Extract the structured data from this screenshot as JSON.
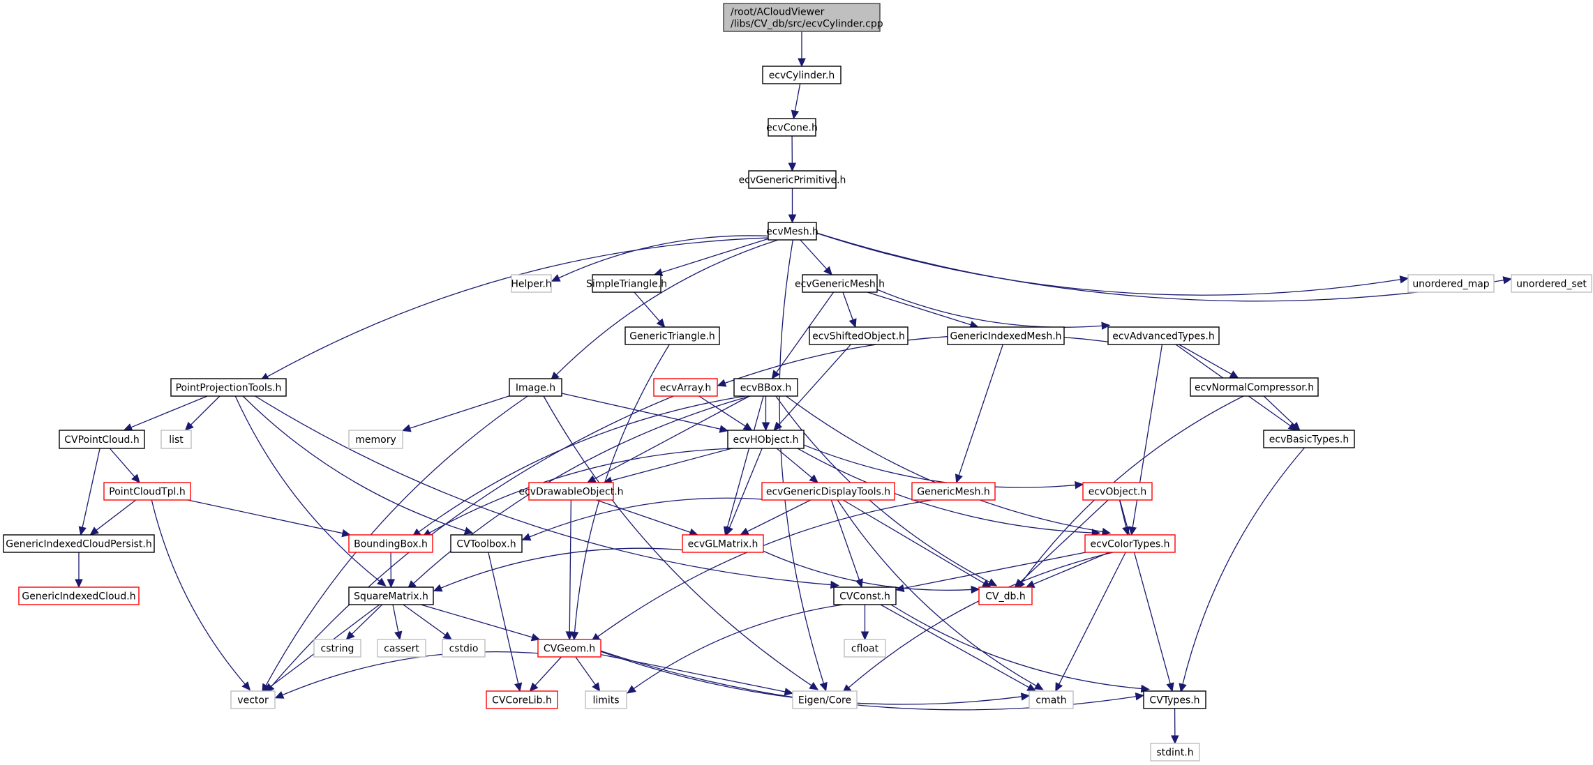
{
  "diagram": {
    "type": "include-dependency-graph",
    "root": "root",
    "colors": {
      "edge": "#191970",
      "root_fill": "#bfbfbf",
      "node_border_documented": "#000000",
      "node_border_truncated": "#ff0000",
      "node_border_external": "#bfbfbf"
    },
    "nodes": [
      {
        "id": "root",
        "lines": [
          "/root/ACloudViewer",
          "/libs/CV_db/src/ecvCylinder.cpp"
        ],
        "kind": "root"
      },
      {
        "id": "ecvCylinder",
        "lines": [
          "ecvCylinder.h"
        ],
        "kind": "documented"
      },
      {
        "id": "ecvCone",
        "lines": [
          "ecvCone.h"
        ],
        "kind": "documented"
      },
      {
        "id": "ecvGenericPrimitive",
        "lines": [
          "ecvGenericPrimitive.h"
        ],
        "kind": "documented"
      },
      {
        "id": "ecvMesh",
        "lines": [
          "ecvMesh.h"
        ],
        "kind": "documented"
      },
      {
        "id": "Helper",
        "lines": [
          "Helper.h"
        ],
        "kind": "external"
      },
      {
        "id": "SimpleTriangle",
        "lines": [
          "SimpleTriangle.h"
        ],
        "kind": "documented"
      },
      {
        "id": "ecvGenericMesh",
        "lines": [
          "ecvGenericMesh.h"
        ],
        "kind": "documented"
      },
      {
        "id": "unordered_map",
        "lines": [
          "unordered_map"
        ],
        "kind": "external"
      },
      {
        "id": "unordered_set",
        "lines": [
          "unordered_set"
        ],
        "kind": "external"
      },
      {
        "id": "GenericTriangle",
        "lines": [
          "GenericTriangle.h"
        ],
        "kind": "documented"
      },
      {
        "id": "ecvShiftedObject",
        "lines": [
          "ecvShiftedObject.h"
        ],
        "kind": "documented"
      },
      {
        "id": "GenericIndexedMesh",
        "lines": [
          "GenericIndexedMesh.h"
        ],
        "kind": "documented"
      },
      {
        "id": "ecvAdvancedTypes",
        "lines": [
          "ecvAdvancedTypes.h"
        ],
        "kind": "documented"
      },
      {
        "id": "PointProjectionTools",
        "lines": [
          "PointProjectionTools.h"
        ],
        "kind": "documented"
      },
      {
        "id": "Image",
        "lines": [
          "Image.h"
        ],
        "kind": "documented"
      },
      {
        "id": "ecvArray",
        "lines": [
          "ecvArray.h"
        ],
        "kind": "truncated"
      },
      {
        "id": "ecvBBox",
        "lines": [
          "ecvBBox.h"
        ],
        "kind": "documented"
      },
      {
        "id": "ecvNormalCompressor",
        "lines": [
          "ecvNormalCompressor.h"
        ],
        "kind": "documented"
      },
      {
        "id": "CVPointCloud",
        "lines": [
          "CVPointCloud.h"
        ],
        "kind": "documented"
      },
      {
        "id": "list",
        "lines": [
          "list"
        ],
        "kind": "external"
      },
      {
        "id": "memory",
        "lines": [
          "memory"
        ],
        "kind": "external"
      },
      {
        "id": "ecvHObject",
        "lines": [
          "ecvHObject.h"
        ],
        "kind": "documented"
      },
      {
        "id": "ecvBasicTypes",
        "lines": [
          "ecvBasicTypes.h"
        ],
        "kind": "documented"
      },
      {
        "id": "PointCloudTpl",
        "lines": [
          "PointCloudTpl.h"
        ],
        "kind": "truncated"
      },
      {
        "id": "ecvDrawableObject",
        "lines": [
          "ecvDrawableObject.h"
        ],
        "kind": "truncated"
      },
      {
        "id": "ecvGenericDisplayTools",
        "lines": [
          "ecvGenericDisplayTools.h"
        ],
        "kind": "truncated"
      },
      {
        "id": "GenericMesh",
        "lines": [
          "GenericMesh.h"
        ],
        "kind": "truncated"
      },
      {
        "id": "ecvObject",
        "lines": [
          "ecvObject.h"
        ],
        "kind": "truncated"
      },
      {
        "id": "GenericIndexedCloudPersist",
        "lines": [
          "GenericIndexedCloudPersist.h"
        ],
        "kind": "documented"
      },
      {
        "id": "BoundingBox",
        "lines": [
          "BoundingBox.h"
        ],
        "kind": "truncated"
      },
      {
        "id": "CVToolbox",
        "lines": [
          "CVToolbox.h"
        ],
        "kind": "documented"
      },
      {
        "id": "ecvGLMatrix",
        "lines": [
          "ecvGLMatrix.h"
        ],
        "kind": "truncated"
      },
      {
        "id": "ecvColorTypes",
        "lines": [
          "ecvColorTypes.h"
        ],
        "kind": "truncated"
      },
      {
        "id": "GenericIndexedCloud",
        "lines": [
          "GenericIndexedCloud.h"
        ],
        "kind": "truncated"
      },
      {
        "id": "SquareMatrix",
        "lines": [
          "SquareMatrix.h"
        ],
        "kind": "documented"
      },
      {
        "id": "CVConst",
        "lines": [
          "CVConst.h"
        ],
        "kind": "documented"
      },
      {
        "id": "CV_db",
        "lines": [
          "CV_db.h"
        ],
        "kind": "truncated"
      },
      {
        "id": "cstring",
        "lines": [
          "cstring"
        ],
        "kind": "external"
      },
      {
        "id": "cassert",
        "lines": [
          "cassert"
        ],
        "kind": "external"
      },
      {
        "id": "cstdio",
        "lines": [
          "cstdio"
        ],
        "kind": "external"
      },
      {
        "id": "CVGeom",
        "lines": [
          "CVGeom.h"
        ],
        "kind": "truncated"
      },
      {
        "id": "cfloat",
        "lines": [
          "cfloat"
        ],
        "kind": "external"
      },
      {
        "id": "vector",
        "lines": [
          "vector"
        ],
        "kind": "external"
      },
      {
        "id": "CVCoreLib",
        "lines": [
          "CVCoreLib.h"
        ],
        "kind": "truncated"
      },
      {
        "id": "limits",
        "lines": [
          "limits"
        ],
        "kind": "external"
      },
      {
        "id": "EigenCore",
        "lines": [
          "Eigen/Core"
        ],
        "kind": "external"
      },
      {
        "id": "cmath",
        "lines": [
          "cmath"
        ],
        "kind": "external"
      },
      {
        "id": "CVTypes",
        "lines": [
          "CVTypes.h"
        ],
        "kind": "documented"
      },
      {
        "id": "stdint",
        "lines": [
          "stdint.h"
        ],
        "kind": "external"
      }
    ],
    "edges": [
      [
        "root",
        "ecvCylinder"
      ],
      [
        "ecvCylinder",
        "ecvCone"
      ],
      [
        "ecvCone",
        "ecvGenericPrimitive"
      ],
      [
        "ecvGenericPrimitive",
        "ecvMesh"
      ],
      [
        "ecvMesh",
        "Helper"
      ],
      [
        "ecvMesh",
        "SimpleTriangle"
      ],
      [
        "ecvMesh",
        "ecvGenericMesh"
      ],
      [
        "ecvMesh",
        "unordered_map"
      ],
      [
        "ecvMesh",
        "unordered_set"
      ],
      [
        "ecvMesh",
        "PointProjectionTools"
      ],
      [
        "ecvMesh",
        "Image"
      ],
      [
        "ecvMesh",
        "EigenCore"
      ],
      [
        "SimpleTriangle",
        "GenericTriangle"
      ],
      [
        "GenericTriangle",
        "CVGeom"
      ],
      [
        "ecvGenericMesh",
        "ecvBBox"
      ],
      [
        "ecvGenericMesh",
        "ecvShiftedObject"
      ],
      [
        "ecvGenericMesh",
        "GenericIndexedMesh"
      ],
      [
        "ecvGenericMesh",
        "ecvAdvancedTypes"
      ],
      [
        "ecvShiftedObject",
        "ecvHObject"
      ],
      [
        "GenericIndexedMesh",
        "GenericMesh"
      ],
      [
        "ecvAdvancedTypes",
        "ecvArray"
      ],
      [
        "ecvAdvancedTypes",
        "ecvNormalCompressor"
      ],
      [
        "ecvAdvancedTypes",
        "ecvBasicTypes"
      ],
      [
        "ecvAdvancedTypes",
        "ecvColorTypes"
      ],
      [
        "ecvNormalCompressor",
        "ecvBasicTypes"
      ],
      [
        "ecvNormalCompressor",
        "CV_db"
      ],
      [
        "ecvBasicTypes",
        "CVTypes"
      ],
      [
        "PointProjectionTools",
        "CVPointCloud"
      ],
      [
        "PointProjectionTools",
        "list"
      ],
      [
        "PointProjectionTools",
        "SquareMatrix"
      ],
      [
        "PointProjectionTools",
        "CVToolbox"
      ],
      [
        "PointProjectionTools",
        "CVConst"
      ],
      [
        "CVPointCloud",
        "PointCloudTpl"
      ],
      [
        "CVPointCloud",
        "GenericIndexedCloudPersist"
      ],
      [
        "PointCloudTpl",
        "GenericIndexedCloudPersist"
      ],
      [
        "PointCloudTpl",
        "BoundingBox"
      ],
      [
        "PointCloudTpl",
        "vector"
      ],
      [
        "GenericIndexedCloudPersist",
        "GenericIndexedCloud"
      ],
      [
        "Image",
        "memory"
      ],
      [
        "Image",
        "ecvHObject"
      ],
      [
        "Image",
        "vector"
      ],
      [
        "Image",
        "EigenCore"
      ],
      [
        "ecvArray",
        "ecvHObject"
      ],
      [
        "ecvArray",
        "vector"
      ],
      [
        "ecvBBox",
        "ecvHObject"
      ],
      [
        "ecvBBox",
        "ecvDrawableObject"
      ],
      [
        "ecvBBox",
        "ecvGLMatrix"
      ],
      [
        "ecvBBox",
        "BoundingBox"
      ],
      [
        "ecvBBox",
        "SquareMatrix"
      ],
      [
        "ecvBBox",
        "CV_db"
      ],
      [
        "ecvBBox",
        "ecvColorTypes"
      ],
      [
        "ecvHObject",
        "ecvDrawableObject"
      ],
      [
        "ecvHObject",
        "ecvGenericDisplayTools"
      ],
      [
        "ecvHObject",
        "ecvGLMatrix"
      ],
      [
        "ecvHObject",
        "ecvObject"
      ],
      [
        "ecvHObject",
        "ecvColorTypes"
      ],
      [
        "ecvHObject",
        "BoundingBox"
      ],
      [
        "ecvDrawableObject",
        "ecvGLMatrix"
      ],
      [
        "ecvDrawableObject",
        "CVGeom"
      ],
      [
        "ecvGenericDisplayTools",
        "ecvGLMatrix"
      ],
      [
        "ecvGenericDisplayTools",
        "CVToolbox"
      ],
      [
        "ecvGenericDisplayTools",
        "CVConst"
      ],
      [
        "ecvGenericDisplayTools",
        "CV_db"
      ],
      [
        "ecvGenericDisplayTools",
        "cmath"
      ],
      [
        "GenericMesh",
        "CVGeom"
      ],
      [
        "ecvObject",
        "ecvColorTypes"
      ],
      [
        "ecvObject",
        "CV_db"
      ],
      [
        "ecvObject",
        "CVTypes"
      ],
      [
        "ecvColorTypes",
        "CVConst"
      ],
      [
        "ecvColorTypes",
        "CV_db"
      ],
      [
        "ecvColorTypes",
        "EigenCore"
      ],
      [
        "ecvColorTypes",
        "cmath"
      ],
      [
        "ecvGLMatrix",
        "SquareMatrix"
      ],
      [
        "ecvGLMatrix",
        "CV_db"
      ],
      [
        "BoundingBox",
        "SquareMatrix"
      ],
      [
        "CVToolbox",
        "CVCoreLib"
      ],
      [
        "SquareMatrix",
        "cstring"
      ],
      [
        "SquareMatrix",
        "cassert"
      ],
      [
        "SquareMatrix",
        "cstdio"
      ],
      [
        "SquareMatrix",
        "vector"
      ],
      [
        "SquareMatrix",
        "CVGeom"
      ],
      [
        "CVConst",
        "cfloat"
      ],
      [
        "CVConst",
        "limits"
      ],
      [
        "CVConst",
        "cmath"
      ],
      [
        "CVConst",
        "CVTypes"
      ],
      [
        "CVGeom",
        "CVCoreLib"
      ],
      [
        "CVGeom",
        "limits"
      ],
      [
        "CVGeom",
        "vector"
      ],
      [
        "CVGeom",
        "EigenCore"
      ],
      [
        "CVGeom",
        "cmath"
      ],
      [
        "CVGeom",
        "CVTypes"
      ],
      [
        "CVTypes",
        "stdint"
      ]
    ]
  }
}
